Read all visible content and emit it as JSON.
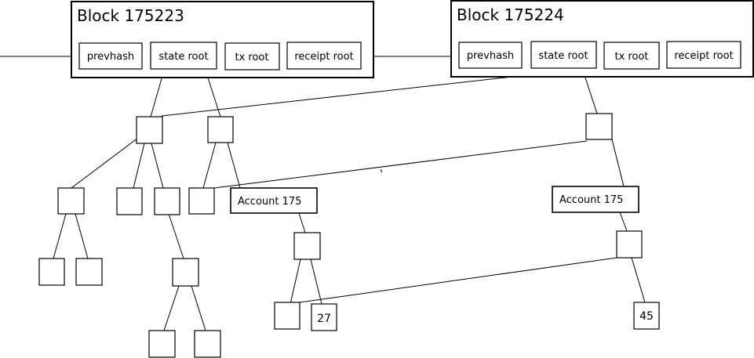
{
  "blocks": [
    {
      "title": "Block 175223",
      "fields": {
        "prevhash": "prevhash",
        "state_root": "state root",
        "tx_root": "tx root",
        "receipt_root": "receipt root"
      }
    },
    {
      "title": "Block 175224",
      "fields": {
        "prevhash": "prevhash",
        "state_root": "state root",
        "tx_root": "tx root",
        "receipt_root": "receipt root"
      }
    }
  ],
  "accounts": [
    {
      "label": "Account 175"
    },
    {
      "label": "Account 175"
    }
  ],
  "leaf_values": {
    "first": "27",
    "second": "45"
  }
}
